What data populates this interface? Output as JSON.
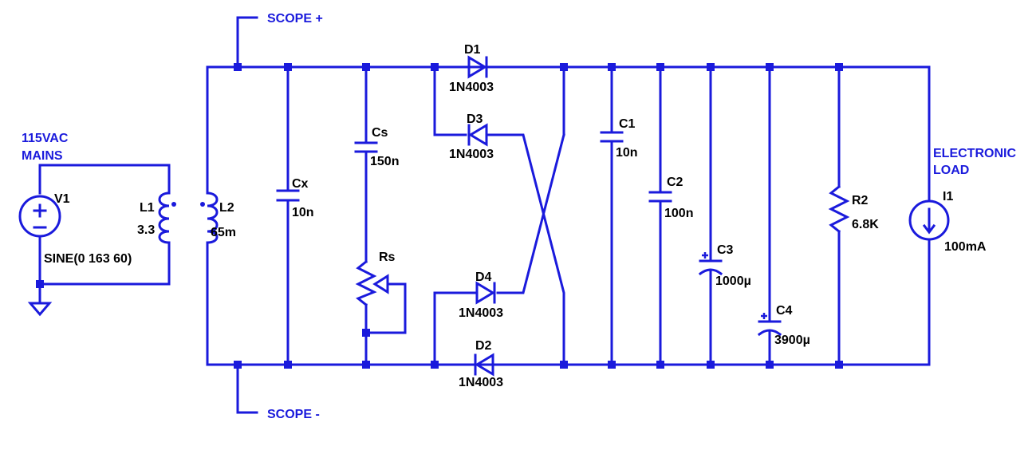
{
  "colors": {
    "wire": "#1a1adc",
    "text": "#000000",
    "net_label": "#1a1adc",
    "background": "#ffffff"
  },
  "labels": {
    "mains_1": "115VAC",
    "mains_2": "MAINS",
    "scope_plus": "SCOPE +",
    "scope_minus": "SCOPE -",
    "load_1": "ELECTRONIC",
    "load_2": "LOAD"
  },
  "components": {
    "V1": {
      "name": "V1",
      "value": "SINE(0 163 60)"
    },
    "L1": {
      "name": "L1",
      "value": "3.3"
    },
    "L2": {
      "name": "L2",
      "value": "65m"
    },
    "Cx": {
      "name": "Cx",
      "value": "10n"
    },
    "Cs": {
      "name": "Cs",
      "value": "150n"
    },
    "Rs": {
      "name": "Rs"
    },
    "D1": {
      "name": "D1",
      "value": "1N4003"
    },
    "D2": {
      "name": "D2",
      "value": "1N4003"
    },
    "D3": {
      "name": "D3",
      "value": "1N4003"
    },
    "D4": {
      "name": "D4",
      "value": "1N4003"
    },
    "C1": {
      "name": "C1",
      "value": "10n"
    },
    "C2": {
      "name": "C2",
      "value": "100n"
    },
    "C3": {
      "name": "C3",
      "value": "1000µ"
    },
    "C4": {
      "name": "C4",
      "value": "3900µ"
    },
    "R2": {
      "name": "R2",
      "value": "6.8K"
    },
    "I1": {
      "name": "I1",
      "value": "100mA"
    }
  }
}
